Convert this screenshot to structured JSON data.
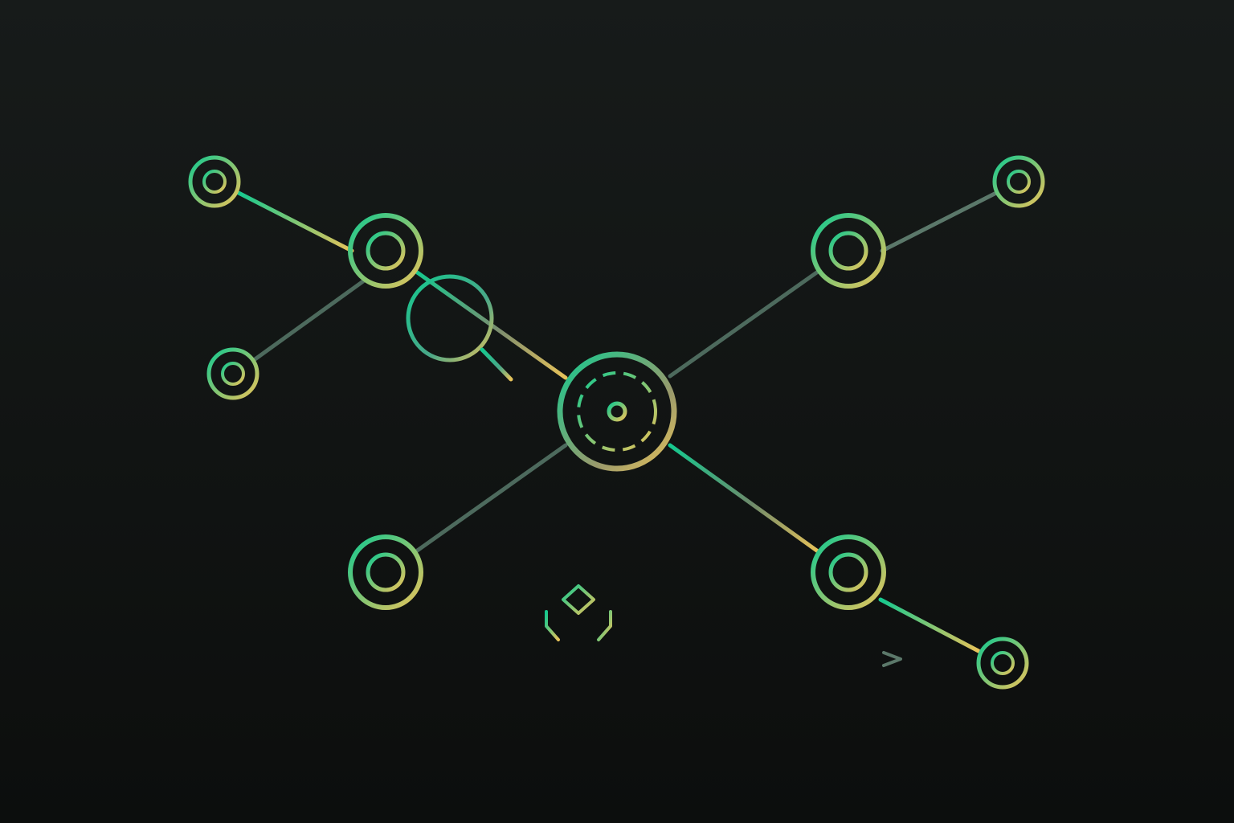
{
  "background": {
    "top": "#171b1a",
    "bottom": "#0c0e0d"
  },
  "colors": {
    "accent_green": "#15c98f",
    "accent_gold": "#e8c35a",
    "muted_link": "#4d6a5d",
    "muted_link_2": "#5b786a"
  },
  "diagram": {
    "type": "network-hub-illustration",
    "center_node": {
      "name": "hub",
      "style": "triple-ring-dashed"
    },
    "nodes": [
      {
        "name": "hub"
      },
      {
        "name": "upper-left-primary"
      },
      {
        "name": "upper-right-primary"
      },
      {
        "name": "lower-left-primary"
      },
      {
        "name": "lower-right-primary"
      },
      {
        "name": "upper-left-small"
      },
      {
        "name": "left-small"
      },
      {
        "name": "upper-right-small"
      },
      {
        "name": "lower-right-small"
      }
    ],
    "links": [
      {
        "from": "hub",
        "to": "upper-left-primary",
        "style": "gradient"
      },
      {
        "from": "hub",
        "to": "upper-right-primary",
        "style": "muted"
      },
      {
        "from": "hub",
        "to": "lower-left-primary",
        "style": "muted"
      },
      {
        "from": "hub",
        "to": "lower-right-primary",
        "style": "gradient"
      },
      {
        "from": "upper-left-primary",
        "to": "upper-left-small",
        "style": "gradient"
      },
      {
        "from": "upper-left-primary",
        "to": "left-small",
        "style": "muted"
      },
      {
        "from": "upper-right-primary",
        "to": "upper-right-small",
        "style": "muted"
      },
      {
        "from": "lower-right-primary",
        "to": "lower-right-small",
        "style": "gradient"
      }
    ],
    "icons": [
      {
        "name": "search-icon"
      },
      {
        "name": "code-bracket-diamond-icon"
      },
      {
        "name": "chevron-right-icon"
      }
    ]
  }
}
